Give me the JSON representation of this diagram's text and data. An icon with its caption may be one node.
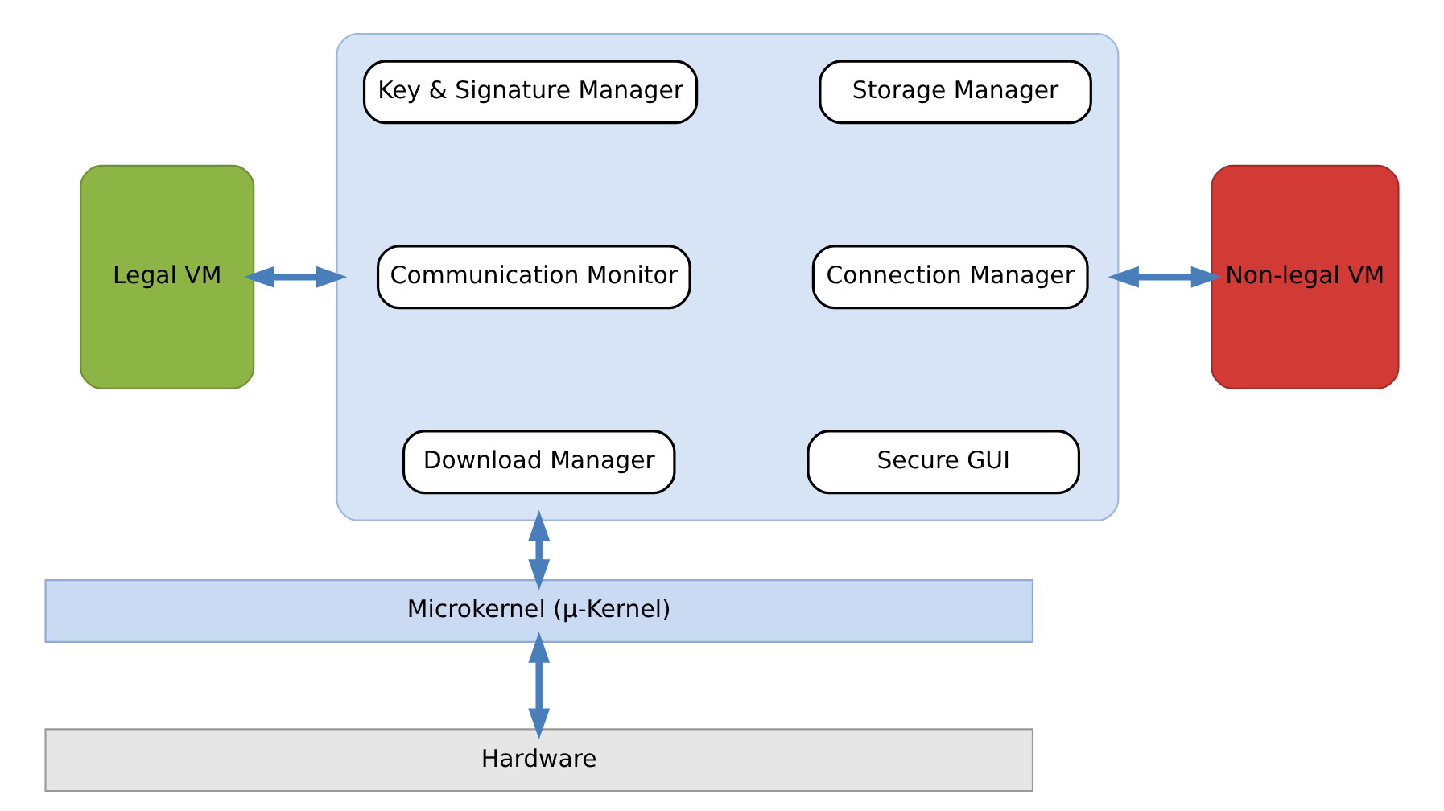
{
  "diagram": {
    "nodes": [
      {
        "text": [
          "Legal VM"
        ]
      },
      {
        "text": [],
        "shape": "box"
      },
      {
        "text": [
          "Key & Signature Manager"
        ],
        "in": 1
      },
      {
        "text": [
          "Storage Manager"
        ],
        "in": 1
      },
      {
        "text": [
          "Communication Monitor"
        ],
        "in": 1
      },
      {
        "text": [
          "Connection Manager"
        ],
        "in": 1
      },
      {
        "text": [
          "Download Manager"
        ],
        "in": 1
      },
      {
        "text": [
          "Secure GUI"
        ],
        "in": 1
      },
      {
        "text": [
          "Non-legal VM"
        ]
      },
      {
        "text": [
          "Microkernel (μ-Kernel)"
        ]
      },
      {
        "text": [
          "Hardware"
        ]
      }
    ],
    "edges": [
      {
        "from": 0,
        "to": 1,
        "arrow": "both"
      },
      {
        "from": 1,
        "to": 8,
        "arrow": "both"
      },
      {
        "from": 1,
        "to": 9,
        "arrow": "both"
      },
      {
        "from": 9,
        "to": 10,
        "arrow": "both"
      }
    ]
  }
}
